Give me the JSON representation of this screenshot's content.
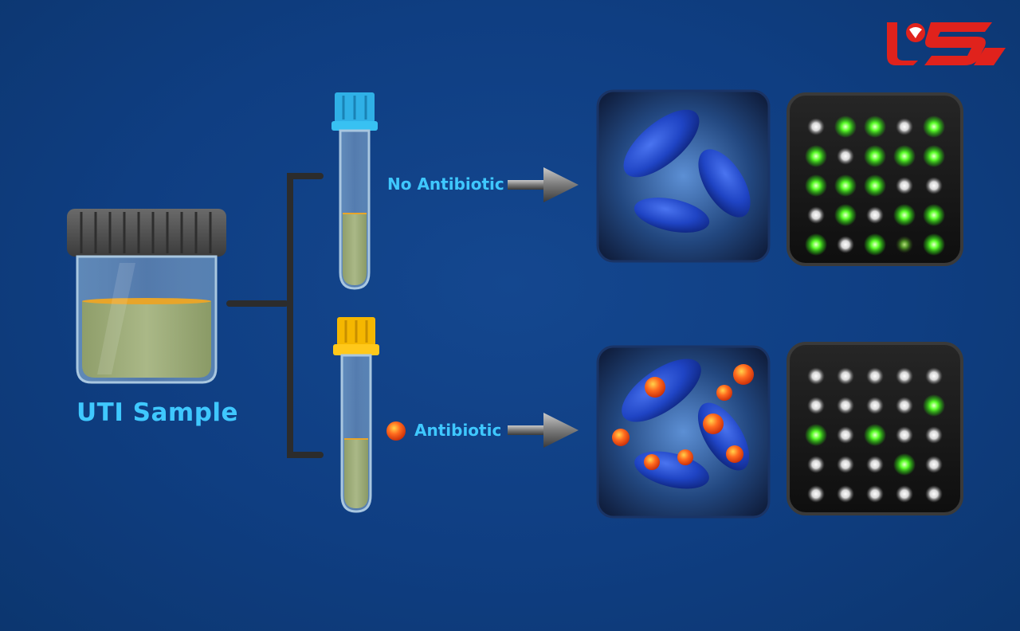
{
  "labels": {
    "sample": "UTI Sample",
    "no_antibiotic": "No Antibiotic",
    "antibiotic": "Antibiotic"
  },
  "colors": {
    "background": "#0f3e82",
    "label_text": "#3fc8ff",
    "cap_no_antibiotic": "#29a9e0",
    "cap_antibiotic": "#f5b700",
    "bacteria": "#1f49c9",
    "antibiotic_particle": "#f04f16",
    "led_on": "#4cff24",
    "led_off": "#d9d9d9",
    "logo_red": "#e0221c"
  },
  "icons": {
    "sample_jar": "jar-icon",
    "test_tube": "test-tube-icon",
    "arrow": "arrow-right-icon",
    "bacteria": "bacteria-icon",
    "led_grid": "led-grid-icon",
    "logo": "rokna-logo-icon"
  },
  "grids": {
    "no_antibiotic": [
      [
        0,
        1,
        1,
        0,
        1
      ],
      [
        1,
        0,
        1,
        1,
        1
      ],
      [
        1,
        1,
        1,
        0,
        0
      ],
      [
        0,
        1,
        0,
        1,
        1
      ],
      [
        1,
        0,
        1,
        2,
        1
      ]
    ],
    "antibiotic": [
      [
        0,
        0,
        0,
        0,
        0
      ],
      [
        0,
        0,
        0,
        0,
        1
      ],
      [
        1,
        0,
        1,
        0,
        0
      ],
      [
        0,
        0,
        0,
        1,
        0
      ],
      [
        0,
        0,
        0,
        0,
        0
      ]
    ]
  }
}
